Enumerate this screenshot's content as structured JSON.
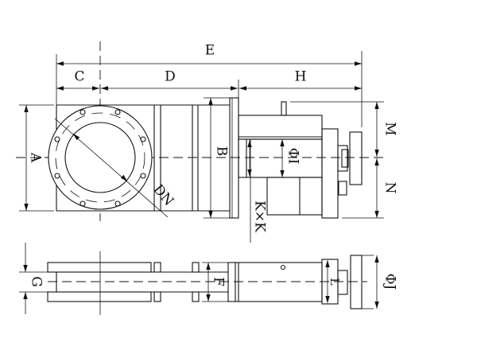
{
  "title": "Knife gate valve dimension drawing",
  "labels": {
    "E": "E",
    "C": "C",
    "D": "D",
    "H": "H",
    "A": "A",
    "B": "B",
    "M": "M",
    "N": "N",
    "DN": "DN",
    "PhiI": "ΦI",
    "KxK": "K×K",
    "G": "G",
    "F": "F",
    "L": "L",
    "PhiJ": "ΦJ"
  },
  "colors": {
    "line": "#111111",
    "background": "#ffffff"
  }
}
